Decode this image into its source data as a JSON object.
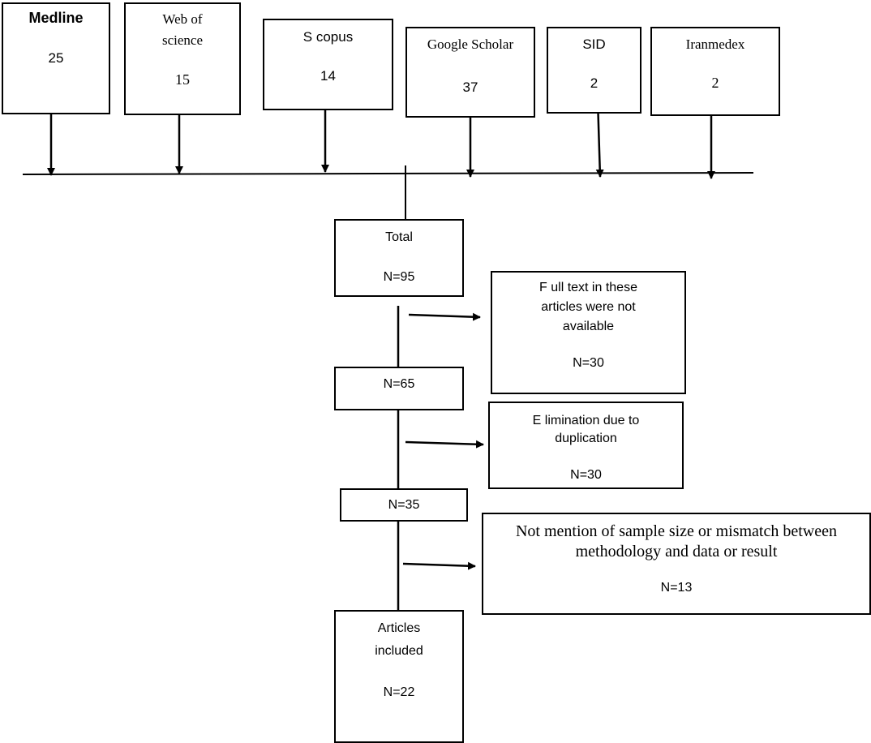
{
  "sources": [
    {
      "name": "Medline",
      "count": "25"
    },
    {
      "name_line1": "Web of",
      "name_line2": "science",
      "count": "15"
    },
    {
      "name": "S copus",
      "count": "14"
    },
    {
      "name": "Google Scholar",
      "count": "37"
    },
    {
      "name": "SID",
      "count": "2"
    },
    {
      "name": "Iranmedex",
      "count": "2"
    }
  ],
  "total": {
    "label": "Total",
    "n": "N=95"
  },
  "exclusion_1": {
    "line1": "F ull text in these",
    "line2": "articles were not",
    "line3": "available",
    "n": "N=30"
  },
  "step_1": {
    "n": "N=65"
  },
  "exclusion_2": {
    "line1": "E limination due to",
    "line2": "duplication",
    "n": "N=30"
  },
  "step_2": {
    "n": "N=35"
  },
  "exclusion_3": {
    "line1": "Not mention of sample size or mismatch between",
    "line2": "methodology and data or result",
    "n": "N=13"
  },
  "included": {
    "line1": "Articles",
    "line2": "included",
    "n": "N=22"
  }
}
